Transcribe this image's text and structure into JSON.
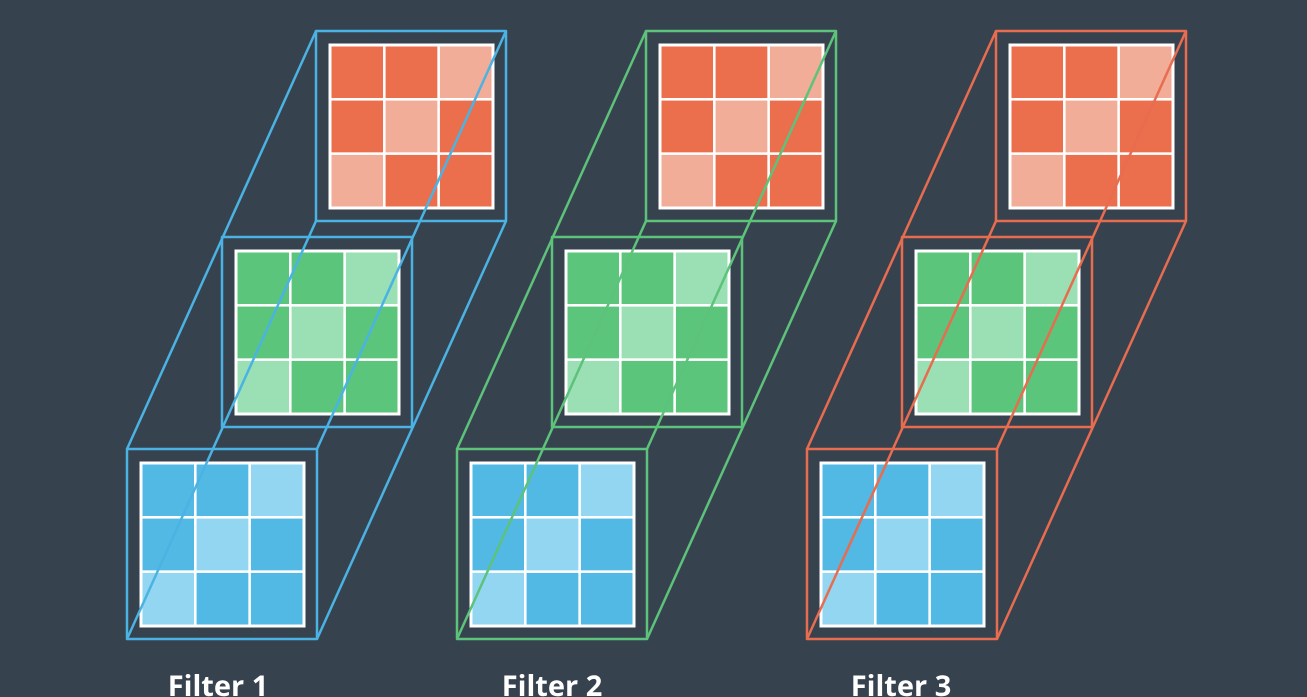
{
  "filters": [
    {
      "label": "Filter 1",
      "outline_color": "#4ab3e3"
    },
    {
      "label": "Filter 2",
      "outline_color": "#5dc27a"
    },
    {
      "label": "Filter 3",
      "outline_color": "#e86c4f"
    }
  ],
  "channels": [
    {
      "name": "red",
      "dark": "#eb6e4d",
      "light": "#f2ad98",
      "pattern": [
        [
          0,
          0,
          1
        ],
        [
          0,
          1,
          0
        ],
        [
          1,
          0,
          0
        ]
      ]
    },
    {
      "name": "green",
      "dark": "#5bc67b",
      "light": "#9ae0b4",
      "pattern": [
        [
          0,
          0,
          1
        ],
        [
          0,
          1,
          0
        ],
        [
          1,
          0,
          0
        ]
      ]
    },
    {
      "name": "blue",
      "dark": "#52b8e4",
      "light": "#92d6f2",
      "pattern": [
        [
          0,
          0,
          1
        ],
        [
          0,
          1,
          0
        ],
        [
          1,
          0,
          0
        ]
      ]
    }
  ],
  "background": "#37424f"
}
